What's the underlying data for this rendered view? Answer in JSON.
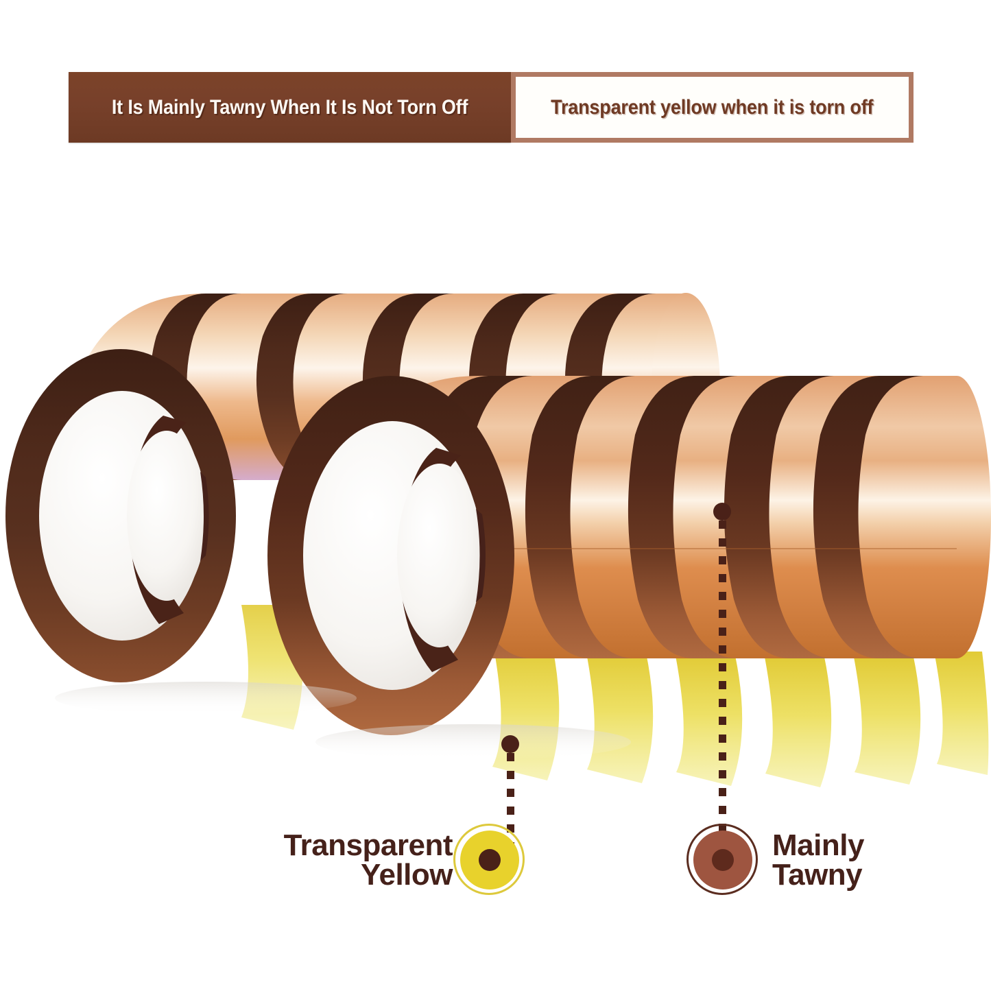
{
  "banners": {
    "left": {
      "label": "It Is Mainly Tawny When It Is Not Torn Off",
      "bg_color": "#77402a",
      "text_color": "#fdf8f3"
    },
    "right": {
      "label": "Transparent yellow when it is torn off",
      "bg_color": "#fffefb",
      "border_color": "#b07a63",
      "text_color": "#6f3a24"
    }
  },
  "callouts": {
    "left": {
      "label": "Transparent\nYellow",
      "marker_name": "transparent-yellow-marker",
      "marker_color": "#e8d22c",
      "marker_center_color": "#4a2118"
    },
    "right": {
      "label": "Mainly\nTawny",
      "marker_name": "mainly-tawny-marker",
      "marker_color": "#9e5540",
      "marker_center_color": "#5e2a1d"
    }
  },
  "product": {
    "name": "polyimide-heat-tape-rolls",
    "tape_body_color": "#d68c52",
    "tape_edge_color": "#4a2318",
    "tape_tail_color": "#e8dc3e",
    "core_color": "#ffffff",
    "back_row_rolls": 6,
    "front_row_rolls": 6
  }
}
